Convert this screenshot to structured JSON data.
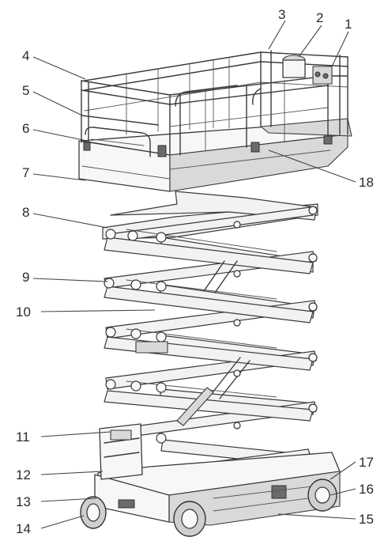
{
  "diagram": {
    "callouts": [
      {
        "num": "1"
      },
      {
        "num": "2"
      },
      {
        "num": "3"
      },
      {
        "num": "4"
      },
      {
        "num": "5"
      },
      {
        "num": "6"
      },
      {
        "num": "7"
      },
      {
        "num": "8"
      },
      {
        "num": "9"
      },
      {
        "num": "10"
      },
      {
        "num": "11"
      },
      {
        "num": "12"
      },
      {
        "num": "13"
      },
      {
        "num": "14"
      },
      {
        "num": "15"
      },
      {
        "num": "16"
      },
      {
        "num": "17"
      },
      {
        "num": "18"
      }
    ]
  }
}
